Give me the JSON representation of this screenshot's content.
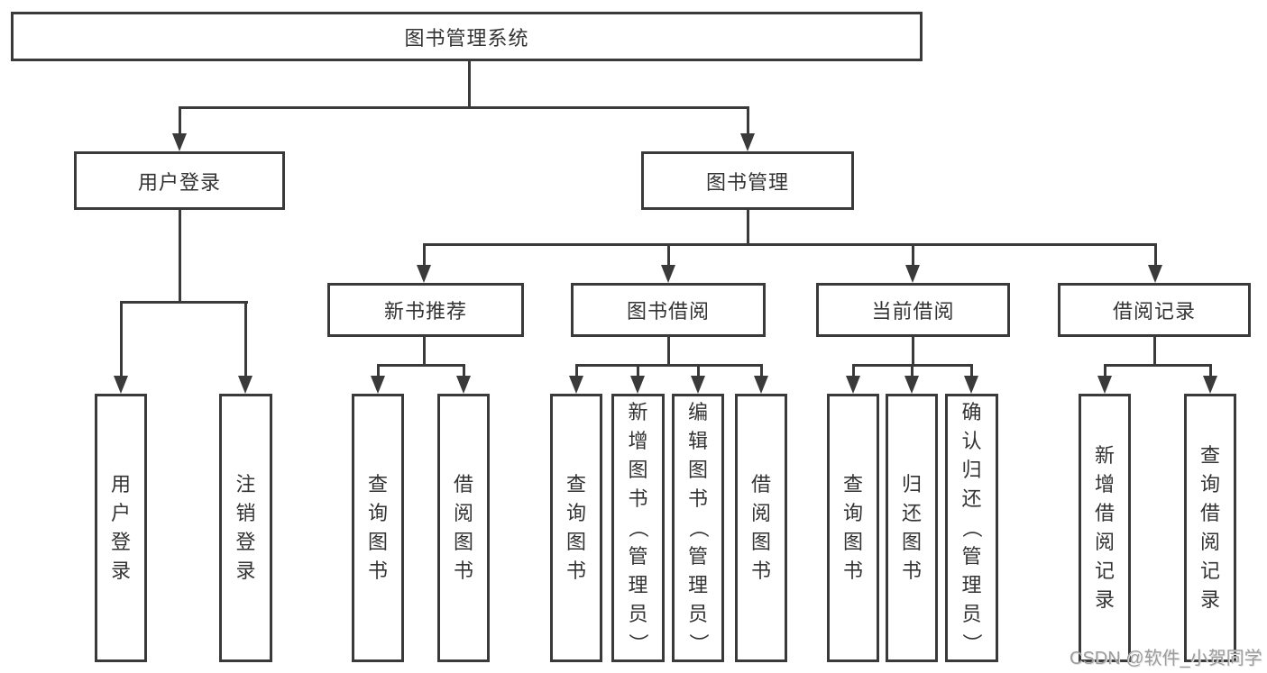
{
  "diagram": {
    "title": "图书管理系统",
    "watermark": "CSDN @软件_小贺同学",
    "colors": {
      "line": "#3a3a3a",
      "text": "#333333",
      "background": "#ffffff",
      "watermark": "#9c9c9c"
    },
    "level2": [
      {
        "label": "用户登录",
        "parent": "图书管理系统"
      },
      {
        "label": "图书管理",
        "parent": "图书管理系统"
      }
    ],
    "level3": [
      {
        "label": "新书推荐",
        "parent": "图书管理"
      },
      {
        "label": "图书借阅",
        "parent": "图书管理"
      },
      {
        "label": "当前借阅",
        "parent": "图书管理"
      },
      {
        "label": "借阅记录",
        "parent": "图书管理"
      }
    ],
    "leaves": [
      {
        "label": "用户登录",
        "parent": "用户登录"
      },
      {
        "label": "注销登录",
        "parent": "用户登录"
      },
      {
        "label": "查询图书",
        "parent": "新书推荐"
      },
      {
        "label": "借阅图书",
        "parent": "新书推荐"
      },
      {
        "label": "查询图书",
        "parent": "图书借阅"
      },
      {
        "label": "新增图书（管理员）",
        "parent": "图书借阅"
      },
      {
        "label": "编辑图书（管理员）",
        "parent": "图书借阅"
      },
      {
        "label": "借阅图书",
        "parent": "图书借阅"
      },
      {
        "label": "查询图书",
        "parent": "当前借阅"
      },
      {
        "label": "归还图书",
        "parent": "当前借阅"
      },
      {
        "label": "确认归还（管理员）",
        "parent": "当前借阅"
      },
      {
        "label": "新增借阅记录",
        "parent": "借阅记录"
      },
      {
        "label": "查询借阅记录",
        "parent": "借阅记录"
      }
    ]
  }
}
